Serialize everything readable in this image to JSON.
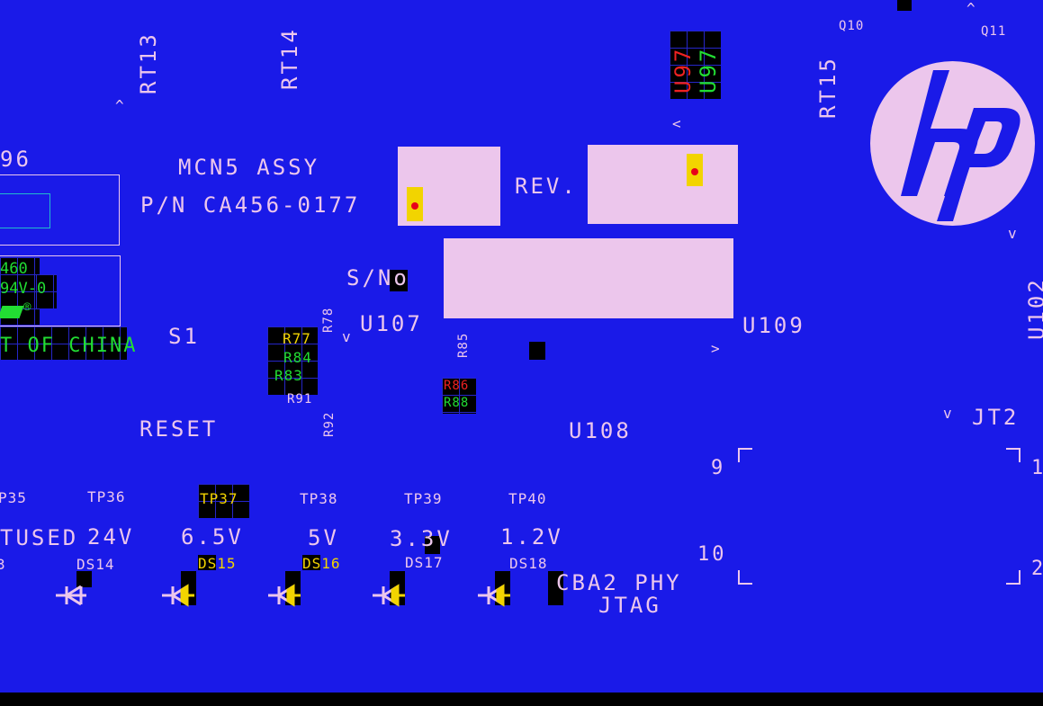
{
  "board": {
    "assembly": "MCN5 ASSY",
    "part_number": "P/N CA456-0177",
    "rev_label": "REV.",
    "serial_label": "S/No",
    "frag_96": "96",
    "brand": "hp"
  },
  "refdes": {
    "rt13": "RT13",
    "rt14": "RT14",
    "rt15": "RT15",
    "q10": "Q10",
    "q11": "Q11",
    "u97": "U97",
    "u107": "U107",
    "u108": "U108",
    "u109": "U109",
    "u102": "U102",
    "r78": "R78",
    "r85": "R85",
    "r92": "R92",
    "r77": "R77",
    "r84": "R84",
    "r83": "R83",
    "r91": "R91",
    "r86": "R86",
    "r88": "R88",
    "s1": "S1",
    "reset": "RESET",
    "jt2": "JT2",
    "pin9": "9",
    "pin10": "10",
    "pin1": "1",
    "pin2": "2"
  },
  "ul_block": {
    "line1": "460",
    "line2": "94V-0",
    "mark": "®",
    "origin": "T OF CHINA"
  },
  "test_points": [
    "P35",
    "TP36",
    "TP37",
    "TP38",
    "TP39",
    "TP40"
  ],
  "voltages": [
    "TUSED",
    "24V",
    "6.5V",
    "5V",
    "3.3V",
    "1.2V"
  ],
  "leds": [
    "3",
    "DS14",
    "DS15",
    "DS16",
    "DS17",
    "DS18"
  ],
  "jtag": {
    "line1": "CBA2 PHY",
    "line2": "JTAG"
  },
  "colors": {
    "board": "#1a1ae8",
    "silkscreen": "#ecc6ec",
    "pad": "#f2d400",
    "copper_green": "#22dd33"
  }
}
